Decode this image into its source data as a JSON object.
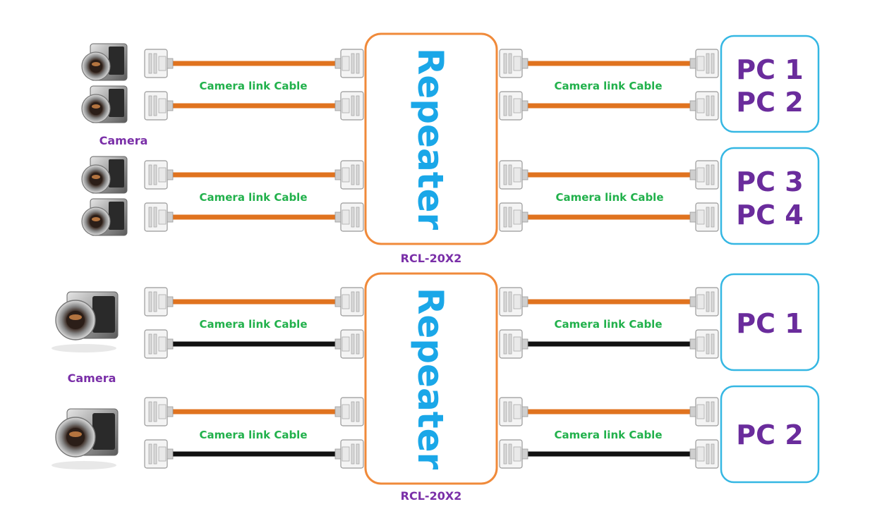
{
  "colors": {
    "cable_orange": "#e0731f",
    "cable_black": "#111111",
    "repeater_border": "#f08a3a",
    "pc_border": "#35b7e3",
    "repeater_text": "#1aa7e8",
    "pc_text": "#6a2c9c",
    "purple_label": "#7a2fa8",
    "green_label": "#22b14c"
  },
  "icons": {
    "camera": "camera-icon",
    "connector": "camera-link-connector-icon"
  },
  "top_group": {
    "camera_label": "Camera",
    "cable_label": "Camera link Cable",
    "repeater_label": "Repeater",
    "model_label": "RCL-20X2",
    "pcs": [
      {
        "lines": [
          "PC 1",
          "PC 2"
        ]
      },
      {
        "lines": [
          "PC 3",
          "PC 4"
        ]
      }
    ]
  },
  "bottom_group": {
    "camera_label": "Camera",
    "cable_label": "Camera link Cable",
    "repeater_label": "Repeater",
    "model_label": "RCL-20X2",
    "pcs": [
      {
        "lines": [
          "PC 1"
        ]
      },
      {
        "lines": [
          "PC 2"
        ]
      }
    ]
  }
}
